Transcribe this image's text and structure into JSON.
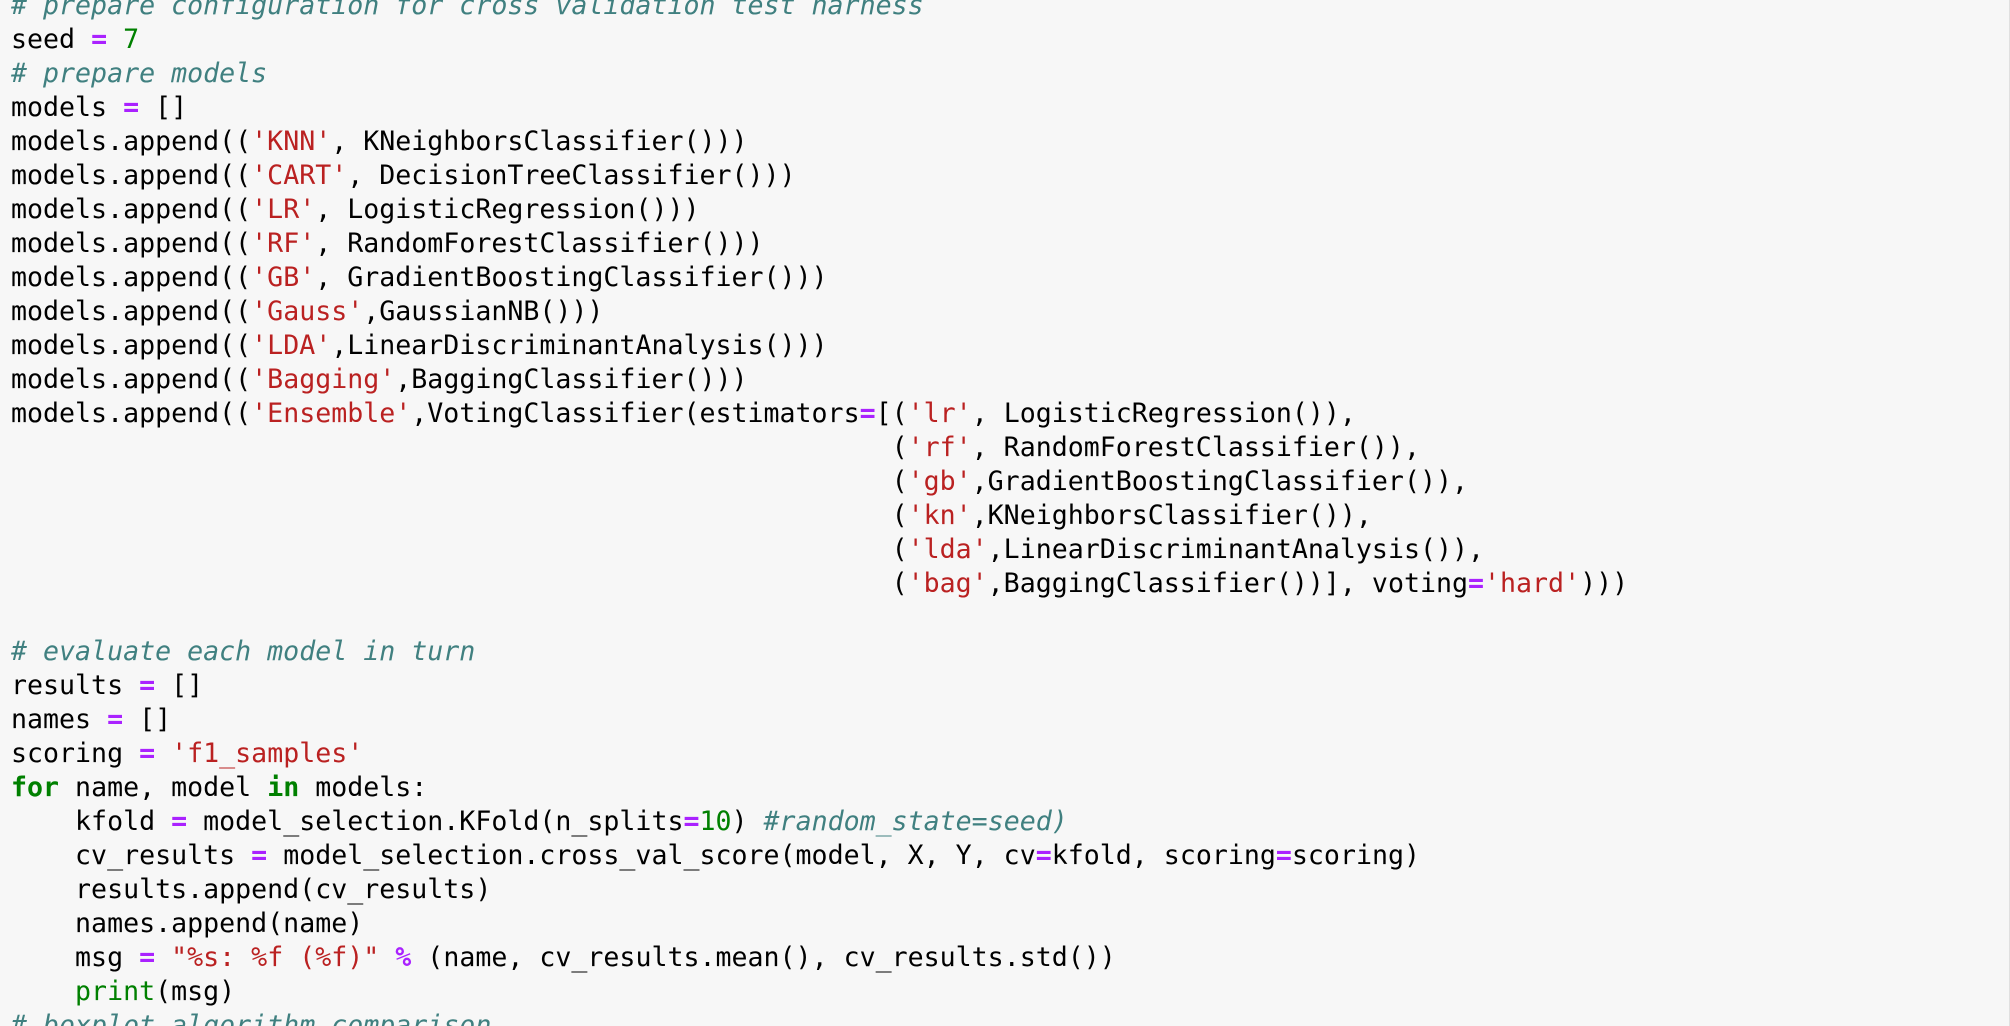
{
  "colors": {
    "background": "#f7f7f7",
    "text": "#000000",
    "comment": "#408080",
    "string": "#ba2121",
    "number": "#008000",
    "operator": "#aa22ff",
    "keyword": "#008000",
    "builtin": "#008000"
  },
  "code_lines": [
    [
      {
        "t": "c",
        "v": "# prepare configuration for cross validation test harness"
      }
    ],
    [
      {
        "t": "t",
        "v": "seed "
      },
      {
        "t": "o",
        "v": "="
      },
      {
        "t": "t",
        "v": " "
      },
      {
        "t": "n",
        "v": "7"
      }
    ],
    [
      {
        "t": "c",
        "v": "# prepare models"
      }
    ],
    [
      {
        "t": "t",
        "v": "models "
      },
      {
        "t": "o",
        "v": "="
      },
      {
        "t": "t",
        "v": " []"
      }
    ],
    [
      {
        "t": "t",
        "v": "models.append(("
      },
      {
        "t": "s",
        "v": "'KNN'"
      },
      {
        "t": "t",
        "v": ", KNeighborsClassifier()))"
      }
    ],
    [
      {
        "t": "t",
        "v": "models.append(("
      },
      {
        "t": "s",
        "v": "'CART'"
      },
      {
        "t": "t",
        "v": ", DecisionTreeClassifier()))"
      }
    ],
    [
      {
        "t": "t",
        "v": "models.append(("
      },
      {
        "t": "s",
        "v": "'LR'"
      },
      {
        "t": "t",
        "v": ", LogisticRegression()))"
      }
    ],
    [
      {
        "t": "t",
        "v": "models.append(("
      },
      {
        "t": "s",
        "v": "'RF'"
      },
      {
        "t": "t",
        "v": ", RandomForestClassifier()))"
      }
    ],
    [
      {
        "t": "t",
        "v": "models.append(("
      },
      {
        "t": "s",
        "v": "'GB'"
      },
      {
        "t": "t",
        "v": ", GradientBoostingClassifier()))"
      }
    ],
    [
      {
        "t": "t",
        "v": "models.append(("
      },
      {
        "t": "s",
        "v": "'Gauss'"
      },
      {
        "t": "t",
        "v": ",GaussianNB()))"
      }
    ],
    [
      {
        "t": "t",
        "v": "models.append(("
      },
      {
        "t": "s",
        "v": "'LDA'"
      },
      {
        "t": "t",
        "v": ",LinearDiscriminantAnalysis()))"
      }
    ],
    [
      {
        "t": "t",
        "v": "models.append(("
      },
      {
        "t": "s",
        "v": "'Bagging'"
      },
      {
        "t": "t",
        "v": ",BaggingClassifier()))"
      }
    ],
    [
      {
        "t": "t",
        "v": "models.append(("
      },
      {
        "t": "s",
        "v": "'Ensemble'"
      },
      {
        "t": "t",
        "v": ",VotingClassifier(estimators"
      },
      {
        "t": "o",
        "v": "="
      },
      {
        "t": "t",
        "v": "[("
      },
      {
        "t": "s",
        "v": "'lr'"
      },
      {
        "t": "t",
        "v": ", LogisticRegression()),"
      }
    ],
    [
      {
        "t": "t",
        "v": "                                                       ("
      },
      {
        "t": "s",
        "v": "'rf'"
      },
      {
        "t": "t",
        "v": ", RandomForestClassifier()),"
      }
    ],
    [
      {
        "t": "t",
        "v": "                                                       ("
      },
      {
        "t": "s",
        "v": "'gb'"
      },
      {
        "t": "t",
        "v": ",GradientBoostingClassifier()),"
      }
    ],
    [
      {
        "t": "t",
        "v": "                                                       ("
      },
      {
        "t": "s",
        "v": "'kn'"
      },
      {
        "t": "t",
        "v": ",KNeighborsClassifier()),"
      }
    ],
    [
      {
        "t": "t",
        "v": "                                                       ("
      },
      {
        "t": "s",
        "v": "'lda'"
      },
      {
        "t": "t",
        "v": ",LinearDiscriminantAnalysis()),"
      }
    ],
    [
      {
        "t": "t",
        "v": "                                                       ("
      },
      {
        "t": "s",
        "v": "'bag'"
      },
      {
        "t": "t",
        "v": ",BaggingClassifier())], voting"
      },
      {
        "t": "o",
        "v": "="
      },
      {
        "t": "s",
        "v": "'hard'"
      },
      {
        "t": "t",
        "v": ")))"
      }
    ],
    [],
    [
      {
        "t": "c",
        "v": "# evaluate each model in turn"
      }
    ],
    [
      {
        "t": "t",
        "v": "results "
      },
      {
        "t": "o",
        "v": "="
      },
      {
        "t": "t",
        "v": " []"
      }
    ],
    [
      {
        "t": "t",
        "v": "names "
      },
      {
        "t": "o",
        "v": "="
      },
      {
        "t": "t",
        "v": " []"
      }
    ],
    [
      {
        "t": "t",
        "v": "scoring "
      },
      {
        "t": "o",
        "v": "="
      },
      {
        "t": "t",
        "v": " "
      },
      {
        "t": "s",
        "v": "'f1_samples'"
      }
    ],
    [
      {
        "t": "k",
        "v": "for"
      },
      {
        "t": "t",
        "v": " name, model "
      },
      {
        "t": "k",
        "v": "in"
      },
      {
        "t": "t",
        "v": " models:"
      }
    ],
    [
      {
        "t": "t",
        "v": "    kfold "
      },
      {
        "t": "o",
        "v": "="
      },
      {
        "t": "t",
        "v": " model_selection.KFold(n_splits"
      },
      {
        "t": "o",
        "v": "="
      },
      {
        "t": "n",
        "v": "10"
      },
      {
        "t": "t",
        "v": ") "
      },
      {
        "t": "c",
        "v": "#random_state=seed)"
      }
    ],
    [
      {
        "t": "t",
        "v": "    cv_results "
      },
      {
        "t": "o",
        "v": "="
      },
      {
        "t": "t",
        "v": " model_selection.cross_val_score(model, X, Y, cv"
      },
      {
        "t": "o",
        "v": "="
      },
      {
        "t": "t",
        "v": "kfold, scoring"
      },
      {
        "t": "o",
        "v": "="
      },
      {
        "t": "t",
        "v": "scoring)"
      }
    ],
    [
      {
        "t": "t",
        "v": "    results.append(cv_results)"
      }
    ],
    [
      {
        "t": "t",
        "v": "    names.append(name)"
      }
    ],
    [
      {
        "t": "t",
        "v": "    msg "
      },
      {
        "t": "o",
        "v": "="
      },
      {
        "t": "t",
        "v": " "
      },
      {
        "t": "s",
        "v": "\"%s: %f (%f)\""
      },
      {
        "t": "t",
        "v": " "
      },
      {
        "t": "o",
        "v": "%"
      },
      {
        "t": "t",
        "v": " (name, cv_results.mean(), cv_results.std())"
      }
    ],
    [
      {
        "t": "t",
        "v": "    "
      },
      {
        "t": "b",
        "v": "print"
      },
      {
        "t": "t",
        "v": "(msg)"
      }
    ],
    [
      {
        "t": "c",
        "v": "# boxplot algorithm comparison"
      }
    ]
  ]
}
